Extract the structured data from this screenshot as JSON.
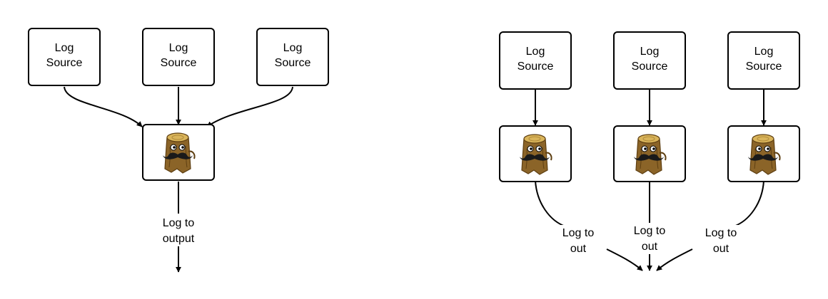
{
  "diagrams": [
    {
      "sources": [
        {
          "label_line1": "Log",
          "label_line2": "Source"
        },
        {
          "label_line1": "Log",
          "label_line2": "Source"
        },
        {
          "label_line1": "Log",
          "label_line2": "Source"
        }
      ],
      "shippers": [
        {
          "icon": "logstash-log-mascot-icon"
        }
      ],
      "outputs": [
        {
          "label_line1": "Log to",
          "label_line2": "output"
        }
      ]
    },
    {
      "sources": [
        {
          "label_line1": "Log",
          "label_line2": "Source"
        },
        {
          "label_line1": "Log",
          "label_line2": "Source"
        },
        {
          "label_line1": "Log",
          "label_line2": "Source"
        }
      ],
      "shippers": [
        {
          "icon": "logstash-log-mascot-icon"
        },
        {
          "icon": "logstash-log-mascot-icon"
        },
        {
          "icon": "logstash-log-mascot-icon"
        }
      ],
      "outputs": [
        {
          "label_line1": "Log to",
          "label_line2": "out"
        },
        {
          "label_line1": "Log to",
          "label_line2": "out"
        },
        {
          "label_line1": "Log to",
          "label_line2": "out"
        }
      ]
    }
  ],
  "colors": {
    "stroke": "#000000",
    "box_fill": "#ffffff",
    "log_body": "#8b6428",
    "log_dark": "#5e3f12",
    "log_top": "#d9b45a",
    "mustache": "#1a1a1a"
  }
}
